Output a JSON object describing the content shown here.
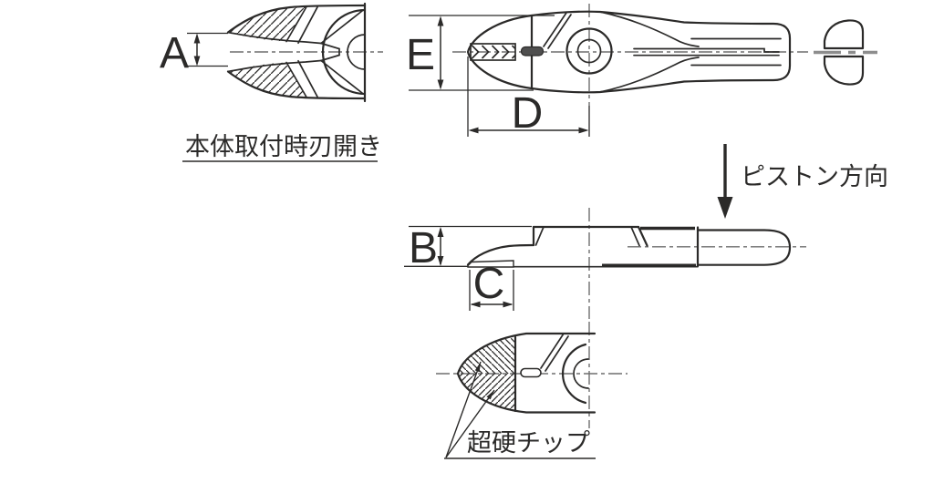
{
  "colors": {
    "line": "#2b2a29",
    "centerline": "#6f6f6f",
    "background": "#ffffff"
  },
  "views": {
    "front_open": {
      "dim": "A",
      "caption": "本体取付時刃開き"
    },
    "top": {
      "dim_height": "E",
      "dim_length": "D"
    },
    "side": {
      "dim_height": "B",
      "dim_edge": "C"
    },
    "bottom": {
      "callout": "超硬チップ"
    },
    "piston": {
      "label": "ピストン方向"
    }
  }
}
